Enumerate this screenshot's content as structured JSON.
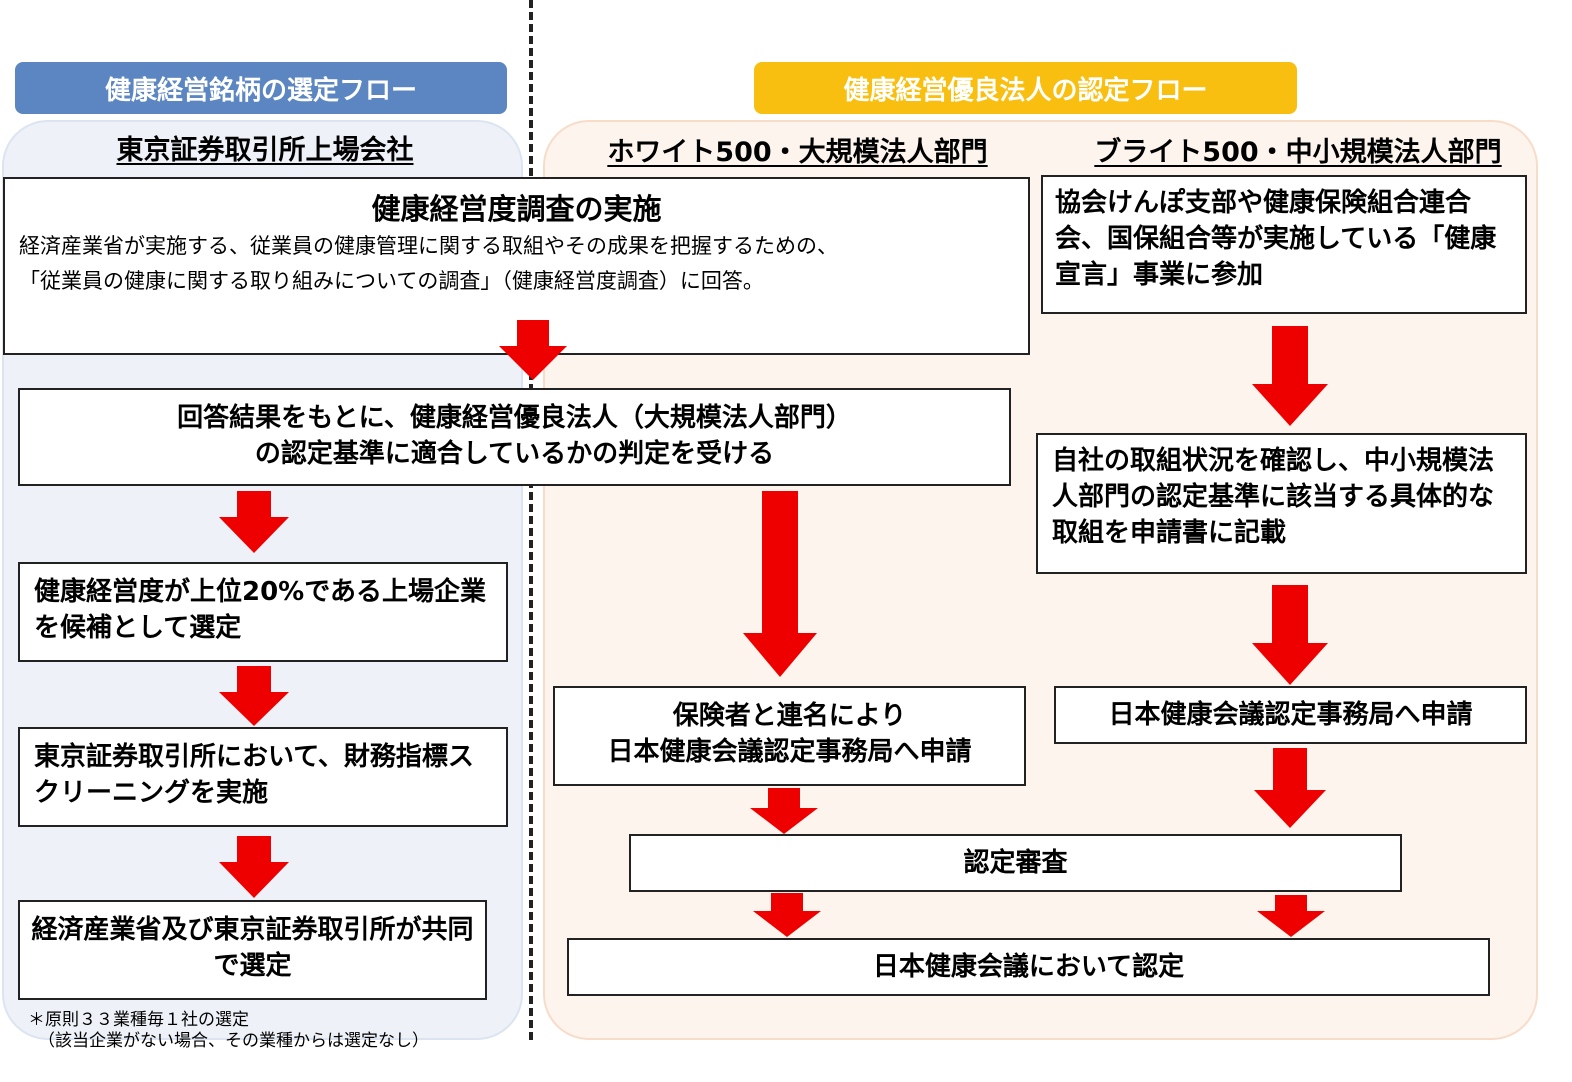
{
  "left_flow": {
    "pill": "健康経営銘柄の選定フロー",
    "heading": "東京証券取引所上場会社",
    "top20": "健康経営度が上位20%である上場企業を候補として選定",
    "screening": "東京証券取引所において、財務指標スクリーニングを実施",
    "joint": "経済産業省及び東京証券取引所が共同で選定",
    "note_line1": "＊原則３３業種毎１社の選定",
    "note_line2": "（該当企業がない場合、その業種からは選定なし）"
  },
  "right_flow": {
    "pill": "健康経営優良法人の認定フロー",
    "white_heading": "ホワイト500・大規模法人部門",
    "bright_heading": "ブライト500・中小規模法人部門",
    "bright_step1": "協会けんぽ支部や健康保険組合連合会、国保組合等が実施している「健康宣言」事業に参加",
    "bright_step2": "自社の取組状況を確認し、中小規模法人部門の認定基準に該当する具体的な取組を申請書に記載",
    "bright_step3": "日本健康会議認定事務局へ申請",
    "white_apply_line1": "保険者と連名により",
    "white_apply_line2": "日本健康会議認定事務局へ申請",
    "review": "認定審査",
    "certify": "日本健康会議において認定"
  },
  "shared": {
    "survey_title": "健康経営度調査の実施",
    "survey_desc_line1": "経済産業省が実施する、従業員の健康管理に関する取組やその成果を把握するための、",
    "survey_desc_line2": "「従業員の健康に関する取り組みについての調査」（健康経営度調査）に回答。",
    "judge_line1": "回答結果をもとに、健康経営優良法人（大規模法人部門）",
    "judge_line2": "の認定基準に適合しているかの判定を受ける"
  },
  "colors": {
    "blue_pill": "#5b86c2",
    "yellow_pill": "#f8bf10",
    "arrow_red": "#ee0000",
    "left_panel_bg": "#eef2f8",
    "right_panel_bg": "#fdf4ee"
  }
}
